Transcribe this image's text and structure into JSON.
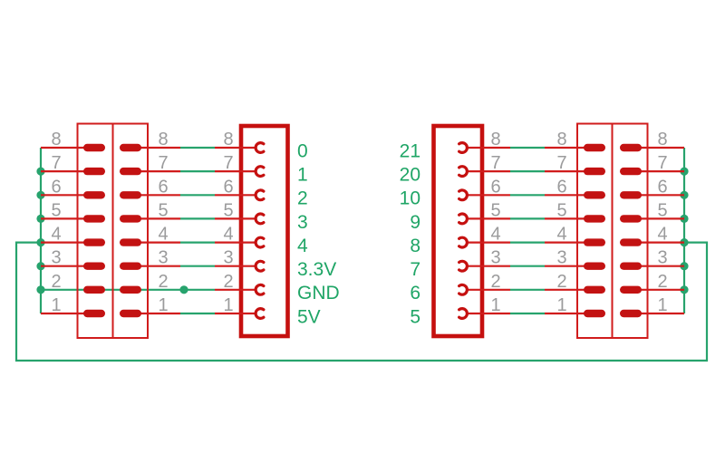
{
  "schematic": {
    "description": "wiring schematic with two 2x8 pin headers and two 8-pin socket connectors",
    "colors": {
      "background": "#ffffff",
      "wire_green": "#27a36d",
      "net_label_green": "#1fa566",
      "pin_red": "#d01c1c",
      "symbol_red": "#c5100f",
      "pad_red": "#c31212",
      "pin_number_gray": "#9b9b9c"
    },
    "row_count": 8,
    "components": {
      "left_header_outer": {
        "pin_numbers": [
          "8",
          "7",
          "6",
          "5",
          "4",
          "3",
          "2",
          "1"
        ]
      },
      "left_header_inner": {
        "pin_numbers": [
          "8",
          "7",
          "6",
          "5",
          "4",
          "3",
          "2",
          "1"
        ]
      },
      "left_connector": {
        "pin_numbers": [
          "8",
          "7",
          "6",
          "5",
          "4",
          "3",
          "2",
          "1"
        ],
        "net_labels": [
          "0",
          "1",
          "2",
          "3",
          "4",
          "3.3V",
          "GND",
          "5V"
        ]
      },
      "right_connector": {
        "pin_numbers": [
          "8",
          "7",
          "6",
          "5",
          "4",
          "3",
          "2",
          "1"
        ],
        "net_labels": [
          "21",
          "20",
          "10",
          "9",
          "8",
          "7",
          "6",
          "5"
        ]
      },
      "right_header_inner": {
        "pin_numbers": [
          "8",
          "7",
          "6",
          "5",
          "4",
          "3",
          "2",
          "1"
        ]
      },
      "right_header_outer": {
        "pin_numbers": [
          "8",
          "7",
          "6",
          "5",
          "4",
          "3",
          "2",
          "1"
        ]
      }
    },
    "junctions": {
      "left_bus_dot_rows": [
        7,
        6,
        5,
        4,
        3,
        2
      ],
      "right_bus_dot_rows": [
        7,
        6,
        5,
        4,
        3,
        2
      ],
      "gnd_branch_dot_row": 2
    }
  }
}
